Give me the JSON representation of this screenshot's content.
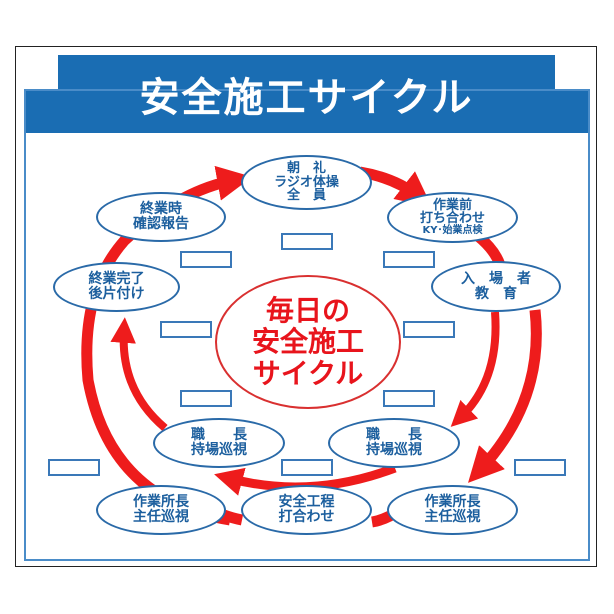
{
  "title": "安全施工サイクル",
  "colors": {
    "header_blue": "#1a6db3",
    "node_border": "#2a6aa8",
    "node_text": "#1c5f9e",
    "arrow_red": "#ee1c1c",
    "center_red": "#e8141c"
  },
  "center": {
    "lines": [
      "毎日の",
      "安全施工",
      "サイクル"
    ]
  },
  "nodes": [
    {
      "id": "morning-assembly",
      "lines": [
        "朝　礼",
        "ラジオ体操",
        "全　員"
      ]
    },
    {
      "id": "pre-work-meeting",
      "lines": [
        "作業前",
        "打ち合わせ",
        "KY･始業点検"
      ]
    },
    {
      "id": "new-worker-education",
      "lines": [
        "入　場　者",
        "教　育"
      ]
    },
    {
      "id": "foreman-patrol-right",
      "lines": [
        "職　　長",
        "持場巡視"
      ]
    },
    {
      "id": "site-manager-patrol-right",
      "lines": [
        "作業所長",
        "主任巡視"
      ]
    },
    {
      "id": "safety-process-meeting",
      "lines": [
        "安全工程",
        "打合わせ"
      ]
    },
    {
      "id": "site-manager-patrol-left",
      "lines": [
        "作業所長",
        "主任巡視"
      ]
    },
    {
      "id": "foreman-patrol-left",
      "lines": [
        "職　　長",
        "持場巡視"
      ]
    },
    {
      "id": "work-completion-cleanup",
      "lines": [
        "終業完了",
        "後片付け"
      ]
    },
    {
      "id": "end-of-work-report",
      "lines": [
        "終業時",
        "確認報告"
      ]
    }
  ],
  "slots": [
    {
      "id": "slot-morning",
      "value": ""
    },
    {
      "id": "slot-prework",
      "value": ""
    },
    {
      "id": "slot-report",
      "value": ""
    },
    {
      "id": "slot-mid-left",
      "value": ""
    },
    {
      "id": "slot-mid-right",
      "value": ""
    },
    {
      "id": "slot-lower-left",
      "value": ""
    },
    {
      "id": "slot-lower-right",
      "value": ""
    },
    {
      "id": "slot-bottom-left",
      "value": ""
    },
    {
      "id": "slot-bottom-center",
      "value": ""
    },
    {
      "id": "slot-bottom-right",
      "value": ""
    }
  ]
}
